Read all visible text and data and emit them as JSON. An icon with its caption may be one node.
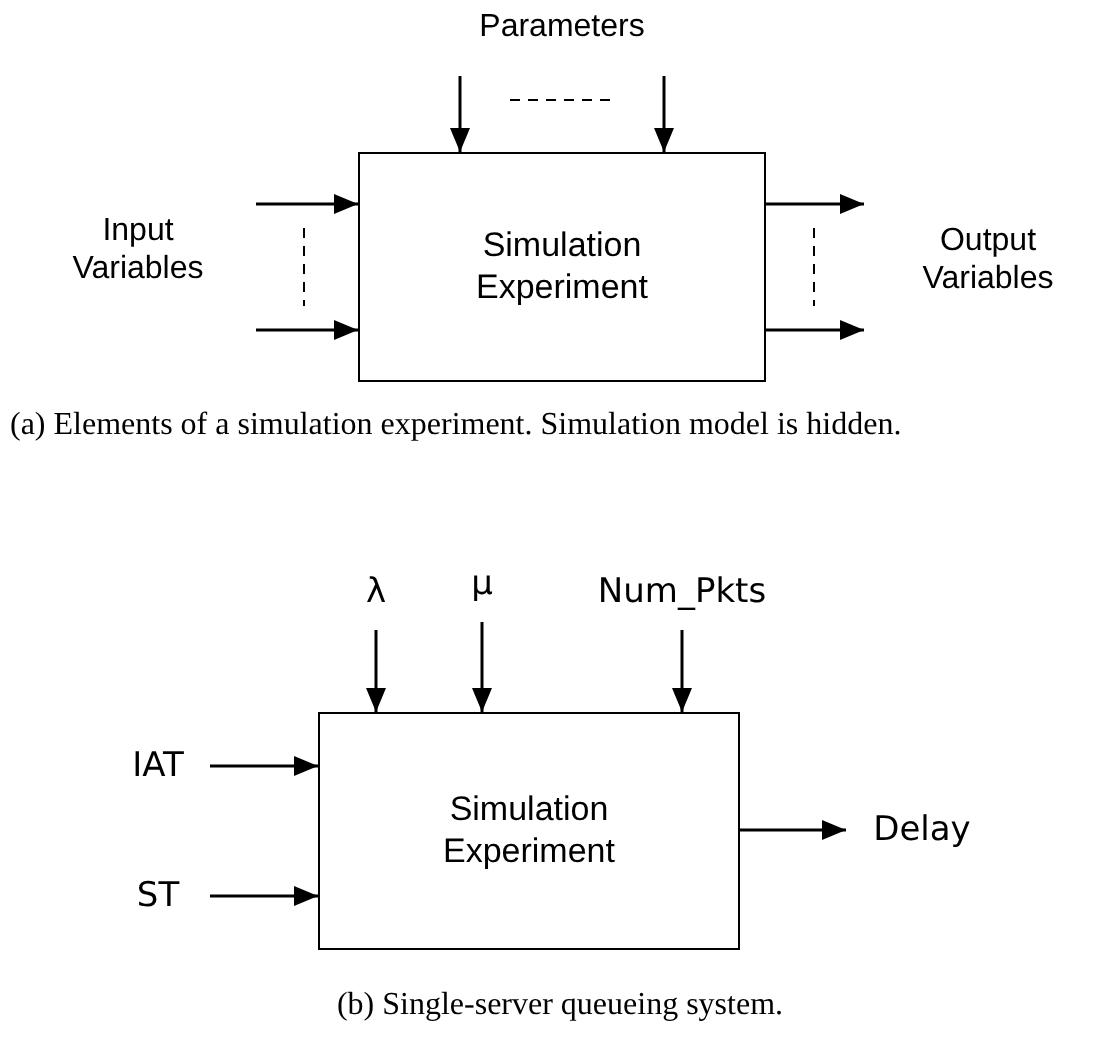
{
  "diagram": {
    "nodes": [
      {
        "text": [
          "Simulation Experiment"
        ]
      },
      {
        "text": [
          "λ"
        ]
      },
      {
        "text": [
          "μ"
        ]
      },
      {
        "text": [
          "Num_Pkts"
        ]
      },
      {
        "text": [
          "IAT"
        ]
      },
      {
        "text": [
          "Simulation Experiment"
        ]
      },
      {
        "text": [
          "ST"
        ]
      },
      {
        "text": [
          "Delay"
        ]
      }
    ],
    "edges": [
      {
        "from": null,
        "to": 0,
        "arrow": "to"
      },
      {
        "from": null,
        "to": 0,
        "arrow": "to"
      },
      {
        "from": null,
        "to": 0,
        "arrow": "to"
      },
      {
        "from": null,
        "to": 0,
        "arrow": "to"
      },
      {
        "from": 0,
        "to": null,
        "arrow": "to"
      },
      {
        "from": 0,
        "to": null,
        "arrow": "to"
      },
      {
        "from": 1,
        "to": 5,
        "arrow": "to"
      },
      {
        "from": 2,
        "to": 5,
        "arrow": "to"
      },
      {
        "from": 3,
        "to": 5,
        "arrow": "to"
      },
      {
        "from": 4,
        "to": 5,
        "arrow": "to"
      },
      {
        "from": 6,
        "to": 5,
        "arrow": "to"
      },
      {
        "from": 5,
        "to": 7,
        "arrow": "to"
      }
    ],
    "labels": [
      "Parameters",
      "Input Variables",
      "Output Variables",
      "(a) Elements of a simulation experiment. Simulation model is hidden.",
      "(b) Single-server queueing system."
    ]
  }
}
